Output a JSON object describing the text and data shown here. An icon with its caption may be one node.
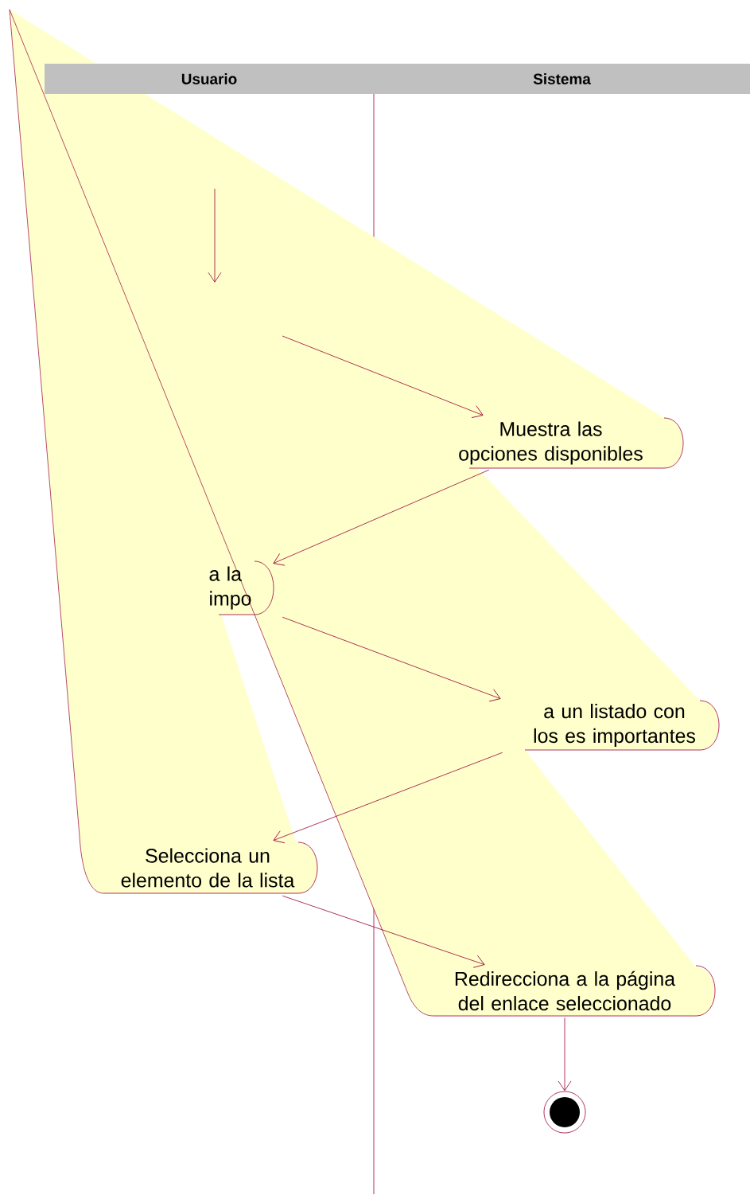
{
  "diagram": {
    "nodes": [
      {
        "text": [
          "Usuario"
        ]
      },
      {
        "text": [
          "Sistema"
        ]
      },
      {
        "text": [
          "Muestra las opciones disponibles"
        ]
      },
      {
        "text": [
          "a la impo"
        ]
      },
      {
        "text": [
          "a un listado con los es importantes"
        ]
      },
      {
        "text": [
          "Selecciona un elemento de la lista"
        ]
      },
      {
        "text": [
          "Redirecciona a la página del enlace seleccionado"
        ]
      },
      {
        "text": [],
        "shape": "circle"
      }
    ],
    "edges": [
      {
        "from": null,
        "to": 2,
        "arrow": "to"
      },
      {
        "from": 2,
        "to": 3,
        "arrow": "to"
      },
      {
        "from": 3,
        "to": 4,
        "arrow": "to"
      },
      {
        "from": 4,
        "to": 5,
        "arrow": "to"
      },
      {
        "from": 5,
        "to": 6,
        "arrow": "to"
      },
      {
        "from": 6,
        "to": 7,
        "arrow": "to"
      }
    ]
  }
}
